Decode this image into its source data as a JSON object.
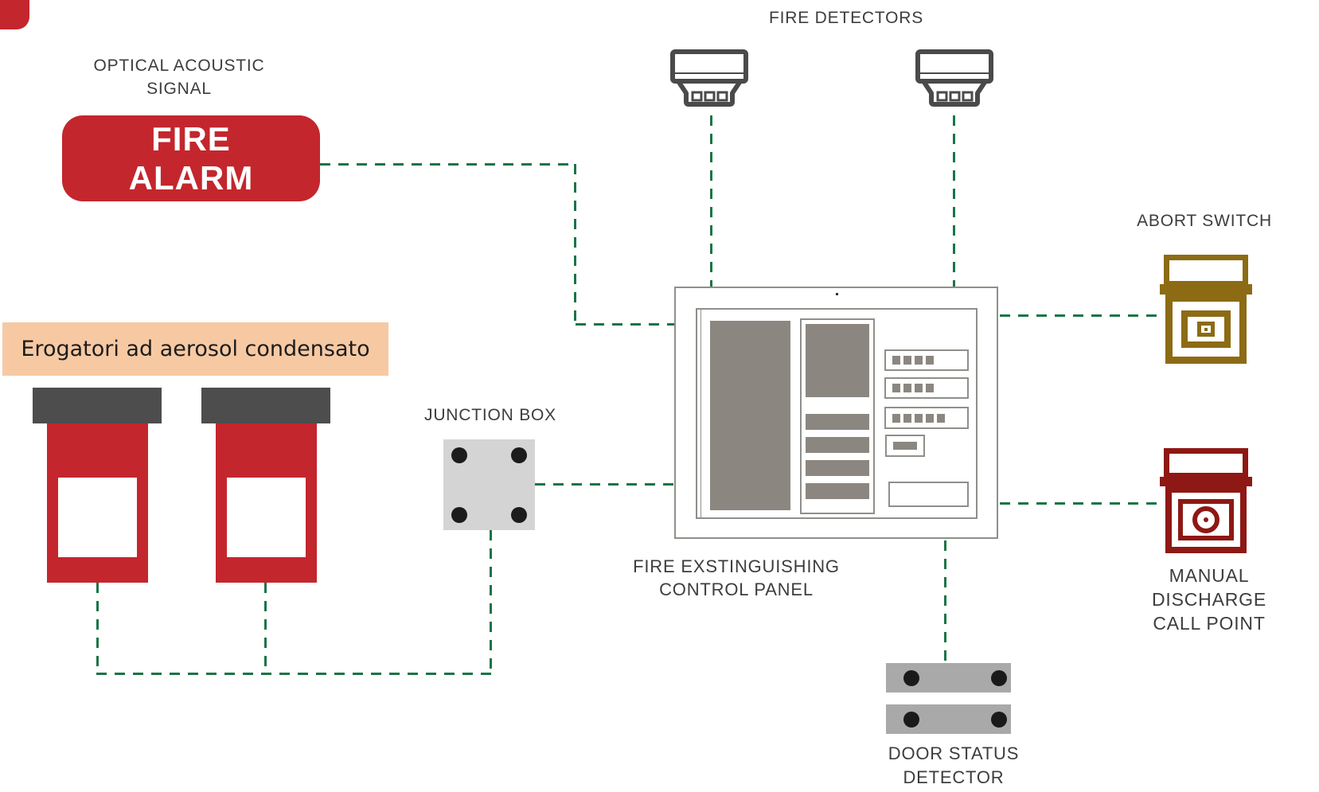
{
  "colors": {
    "connector_green": "#1b7447",
    "alarm_red": "#c4262d",
    "call_point_dark_red": "#8e1813",
    "abort_olive": "#8c6b14",
    "icon_gray": "#4a4a4a",
    "panel_fill_gray": "#8b8780",
    "junction_box_gray": "#d4d4d4",
    "door_bar_gray": "#a9a9a9",
    "highlight_peach": "#f6c9a3",
    "label_gray": "#3d3d3d"
  },
  "icons": {
    "fire_detector": "fire-detector-icon",
    "junction_box": "junction-box-icon",
    "control_panel": "control-panel-icon",
    "abort_switch": "abort-switch-icon",
    "manual_call_point": "manual-call-point-icon",
    "door_contact": "door-contact-icon",
    "aerosol_canister": "aerosol-canister-icon"
  },
  "nodes": {
    "fire_detectors": {
      "label": "FIRE DETECTORS"
    },
    "optical_acoustic_signal": {
      "label_lines": [
        "OPTICAL ACOUSTIC",
        "SIGNAL"
      ]
    },
    "fire_alarm": {
      "label_lines": [
        "FIRE",
        "ALARM"
      ]
    },
    "aerosol_dispensers": {
      "label": "Erogatori ad aerosol condensato"
    },
    "junction_box": {
      "label": "JUNCTION BOX"
    },
    "control_panel": {
      "label_lines": [
        "FIRE EXSTINGUISHING",
        "CONTROL PANEL"
      ]
    },
    "abort_switch": {
      "label": "ABORT SWITCH"
    },
    "manual_discharge_call_point": {
      "label_lines": [
        "MANUAL DISCHARGE",
        "CALL POINT"
      ]
    },
    "door_status_detector": {
      "label_lines": [
        "DOOR STATUS",
        "DETECTOR"
      ]
    }
  }
}
